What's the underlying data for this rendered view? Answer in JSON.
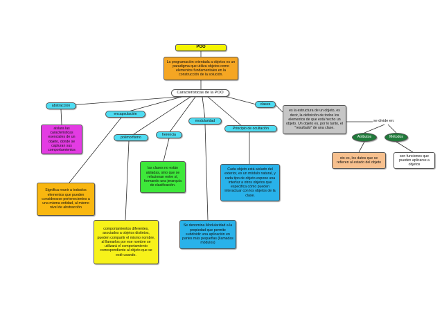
{
  "title": "POO",
  "nodes": {
    "definition": "La programación orientada a objetos es un paradigma que utiliza objetos como elementos fundamentales en la construcción de la solución.",
    "characteristics": "Características de la POO",
    "abstraction": "abstraccion",
    "abstraction_desc": "aislara las caracteristicas esenciales de un objeto, donde se capturan sus comportamientos",
    "encapsulation": "encapsulación",
    "encapsulation_desc": "Significa reunir a todoslos elementos que pueden considerarse pertenecientes a una misma entidad, al mismo nivel de abstracción",
    "polymorphism": "polimorfismo",
    "polymorphism_desc": "comportamientos diferentes, asociados a objetos distintos, pueden compartir el mismo nombre, al llamarlos por ese nombre se utilizará el comportamiento correspondiente al objeto que se esté usando.",
    "inheritance": "herencia",
    "inheritance_desc": "las clases no están aisladas, sino que se relacionan entre sí, formando una jerarquía de clasificación.",
    "modularity": "modularidad",
    "modularity_desc": "Se denomina Modularidad a la propiedad que permite subdividir una aplicación en partes más pequeñas (llamadas módulos)",
    "concealment": "Principio de ocultación",
    "concealment_desc": "Cada objeto está aislado del exterior, es un módulo natural, y cada tipo de objeto expone una interfaz a otros objetos que especifica cómo pueden interactuar con los objetos de la clase.",
    "classes": "clases",
    "classes_desc": "es la estructura de un objeto, es decir, la definición de todos los elementos de que está hecho un objeto. Un objeto es, por lo tanto, el \"resultado\" de una clase.",
    "divides_label": "se divide en:",
    "attributes": "Atributos",
    "attributes_desc": "sto es, los datos que se refieren al estado del objeto",
    "methods": "Métodos",
    "methods_desc": "son funciones que pueden aplicarse a objetos"
  },
  "colors": {
    "title": "#f5f500",
    "definition": "#f5a623",
    "characteristics": "#ffffff",
    "cyan": "#4fdcf2",
    "magenta": "#e33be3",
    "orange": "#f9b710",
    "yellow": "#f7f21a",
    "green": "#3ee83a",
    "blue": "#29b2ea",
    "grey": "#c6c6c6",
    "dark_green": "#1f7a3a",
    "peach": "#f7c08e",
    "line": "#2a2a2a"
  }
}
